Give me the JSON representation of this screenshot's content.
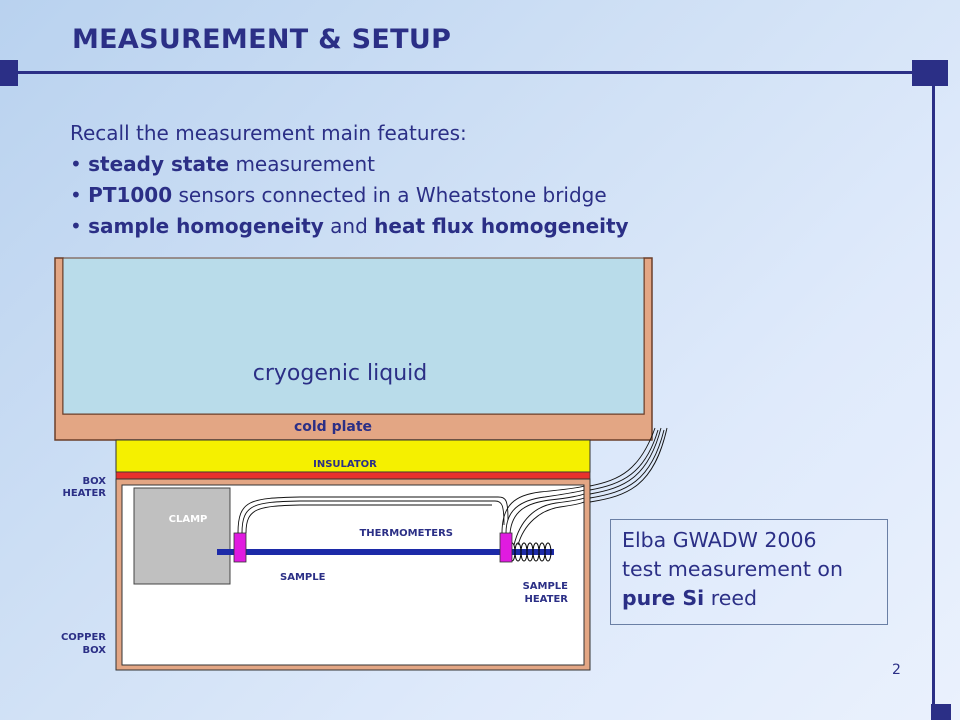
{
  "slide": {
    "title": "MEASUREMENT & SETUP",
    "intro": "Recall the measurement main features:",
    "bullets": [
      {
        "marker": "•",
        "bold": "steady state",
        "rest": " measurement"
      },
      {
        "marker": "•",
        "bold": "PT1000",
        "rest": " sensors connected in a Wheatstone bridge"
      },
      {
        "marker": "•",
        "bold": "sample homogeneity",
        "mid": " and ",
        "bold2": "heat flux homogeneity"
      }
    ],
    "page_number": "2"
  },
  "diagram": {
    "cryogenic_liquid": "cryogenic liquid",
    "cold_plate": "cold plate",
    "insulator": "INSULATOR",
    "box_heater": [
      "BOX",
      "HEATER"
    ],
    "copper_box": [
      "COPPER",
      "BOX"
    ],
    "clamp": "CLAMP",
    "thermometers": "THERMOMETERS",
    "sample": "SAMPLE",
    "sample_heater": [
      "SAMPLE",
      "HEATER"
    ],
    "colors": {
      "liquid": "#b9dcea",
      "cold_plate": "#e3a684",
      "insulator": "#f5f000",
      "heater_strip": "#e8322d",
      "clamp": "#c0c0c0",
      "sample_rod": "#1c2aa8",
      "thermometer": "#e01be0",
      "text": "#2b2f86"
    }
  },
  "note": {
    "line1": "Elba GWADW 2006",
    "line2": "test measurement on",
    "bold": "pure Si",
    "rest": " reed"
  }
}
